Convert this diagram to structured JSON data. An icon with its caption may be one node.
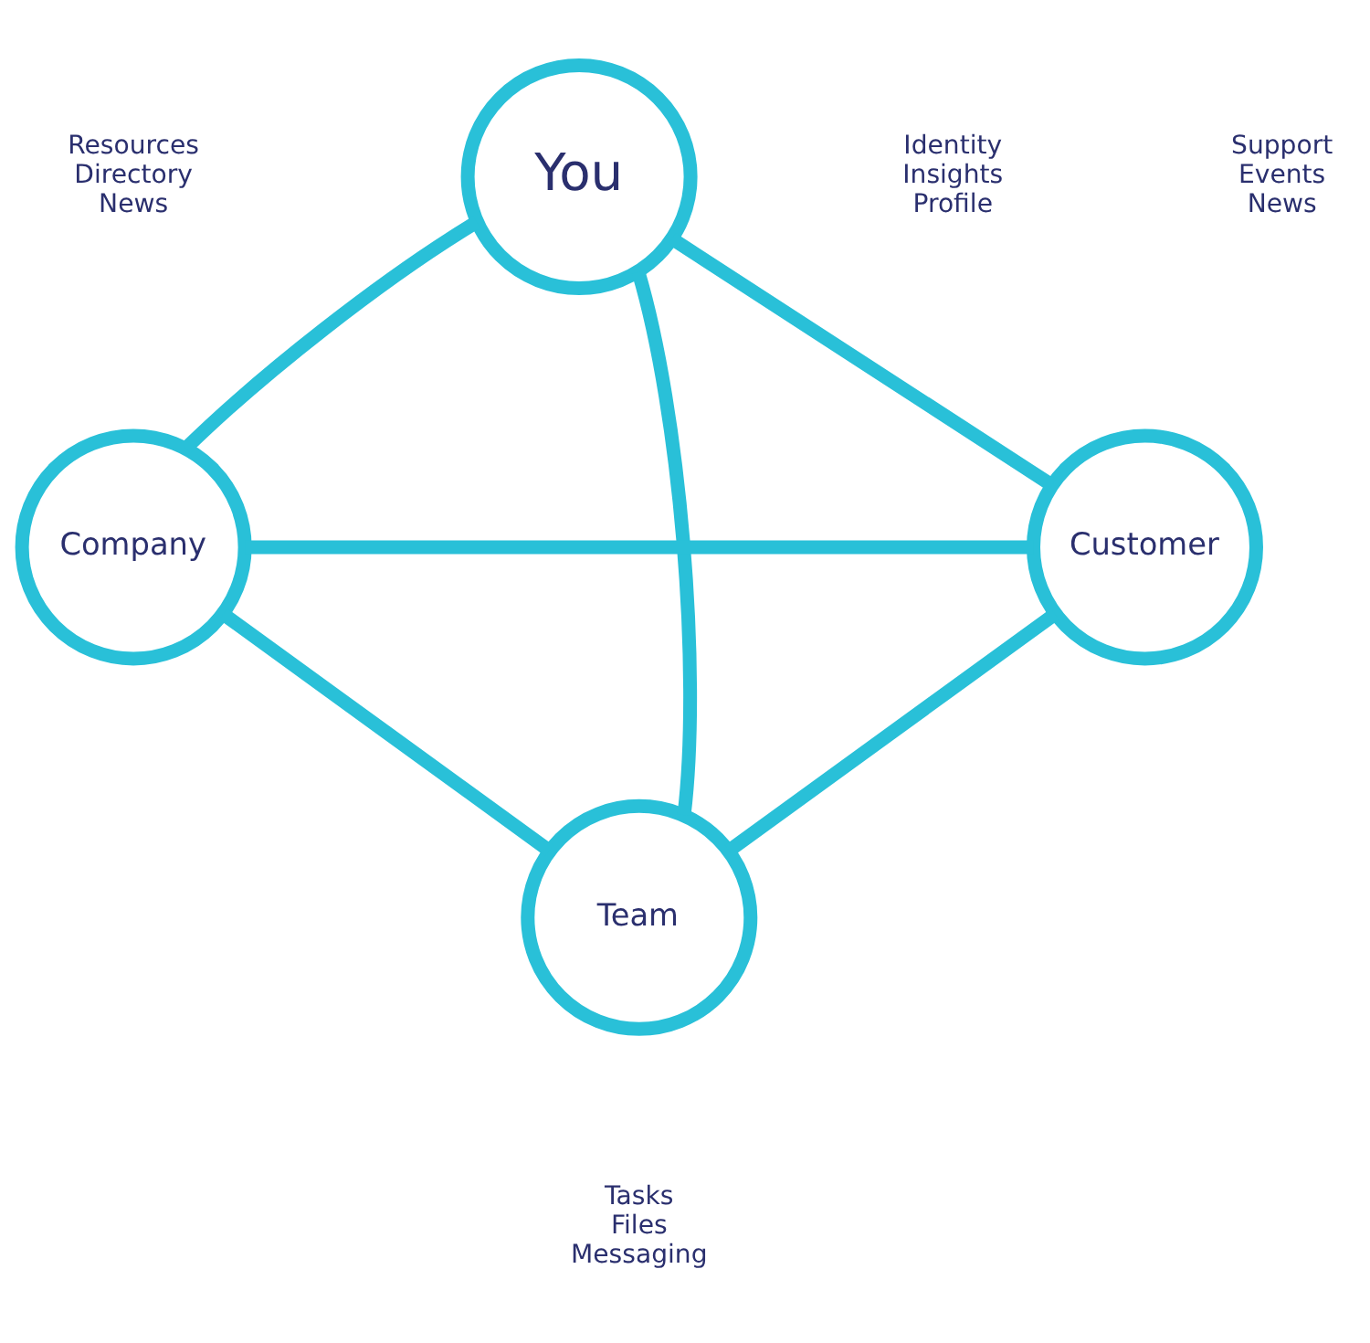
{
  "diagram": {
    "nodes": [
      {
        "text": [
          "You"
        ],
        "beside": [
          "Identity",
          "Insights",
          "Profile"
        ]
      },
      {
        "text": [
          "Company"
        ],
        "beside": [
          "Resources",
          "Directory",
          "News"
        ]
      },
      {
        "text": [
          "Customer"
        ],
        "beside": [
          "Support",
          "Events",
          "News"
        ]
      },
      {
        "text": [
          "Team"
        ],
        "beside": [
          "Tasks",
          "Files",
          "Messaging"
        ]
      }
    ],
    "edges": [
      {
        "from": 0,
        "to": 1,
        "arrow": "none"
      },
      {
        "from": 0,
        "to": 2,
        "arrow": "none"
      },
      {
        "from": 0,
        "to": 3,
        "arrow": "none"
      },
      {
        "from": 1,
        "to": 2,
        "arrow": "none"
      },
      {
        "from": 2,
        "to": 3,
        "arrow": "none"
      },
      {
        "from": 3,
        "to": 1,
        "arrow": "none"
      }
    ]
  }
}
